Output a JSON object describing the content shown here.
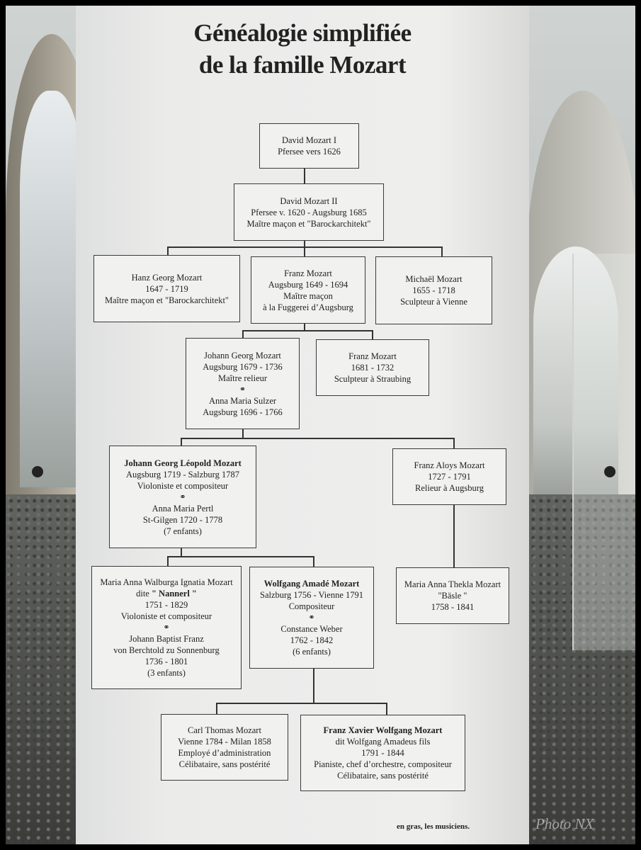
{
  "title": {
    "line1": "Généalogie simplifiée",
    "line2": "de la famille Mozart"
  },
  "marriage_symbol": "⚭",
  "tree": {
    "david1": {
      "name": "David Mozart I",
      "line2": "Pfersee vers 1626"
    },
    "david2": {
      "name": "David Mozart II",
      "line2": "Pfersee v. 1620 - Augsburg 1685",
      "line3": "Maître maçon et \"Barockarchitekt\""
    },
    "hanz": {
      "name": "Hanz Georg Mozart",
      "line2": "1647 - 1719",
      "line3": "Maître maçon et \"Barockarchitekt\""
    },
    "franz1": {
      "name": "Franz Mozart",
      "line2": "Augsburg 1649 - 1694",
      "line3": "Maître maçon",
      "line4": "à la Fuggerei d’Augsburg"
    },
    "michael": {
      "name": "Michaël Mozart",
      "line2": "1655 - 1718",
      "line3": "Sculpteur à Vienne"
    },
    "jgeorg": {
      "name": "Johann Georg Mozart",
      "line2": "Augsburg 1679 - 1736",
      "line3": "Maître relieur",
      "spouse": "Anna Maria Sulzer",
      "spouse_line2": "Augsburg 1696 - 1766"
    },
    "franz2": {
      "name": "Franz Mozart",
      "line2": "1681 - 1732",
      "line3": "Sculpteur à Straubing"
    },
    "leopold": {
      "name": "Johann Georg Léopold Mozart",
      "line2": "Augsburg 1719 - Salzburg 1787",
      "line3": "Violoniste et compositeur",
      "spouse": "Anna Maria Pertl",
      "spouse_line2": "St-Gilgen 1720 - 1778",
      "children": "(7 enfants)"
    },
    "aloys": {
      "name": "Franz Aloys Mozart",
      "line2": "1727 - 1791",
      "line3": "Relieur à Augsburg"
    },
    "nannerl": {
      "name": "Maria Anna Walburga Ignatia Mozart",
      "dite": "dite",
      "nickname": "\" Nannerl \"",
      "line3": "1751 - 1829",
      "line4": "Violoniste et compositeur",
      "spouse": "Johann Baptist Franz",
      "spouse_line2": "von Berchtold zu Sonnenburg",
      "spouse_line3": "1736 - 1801",
      "children": "(3 enfants)"
    },
    "wolfgang": {
      "name": "Wolfgang Amadé Mozart",
      "line2": "Salzburg 1756 - Vienne 1791",
      "line3": "Compositeur",
      "spouse": "Constance Weber",
      "spouse_line2": "1762 - 1842",
      "children": "(6 enfants)"
    },
    "basle": {
      "name": "Maria Anna Thekla Mozart",
      "line2": "\"Bäsle \"",
      "line3": "1758 - 1841"
    },
    "carl": {
      "name": "Carl Thomas Mozart",
      "line2": "Vienne 1784 - Milan 1858",
      "line3": "Employé d’administration",
      "line4": "Célibataire, sans postérité"
    },
    "xaver": {
      "name": "Franz Xavier Wolfgang Mozart",
      "line2": "dit Wolfgang Amadeus fils",
      "line3": "1791 - 1844",
      "line4": "Pianiste, chef d’orchestre, compositeur",
      "line5": "Célibataire, sans postérité"
    }
  },
  "footnote": "en gras, les musiciens.",
  "watermark": "Photo NX"
}
